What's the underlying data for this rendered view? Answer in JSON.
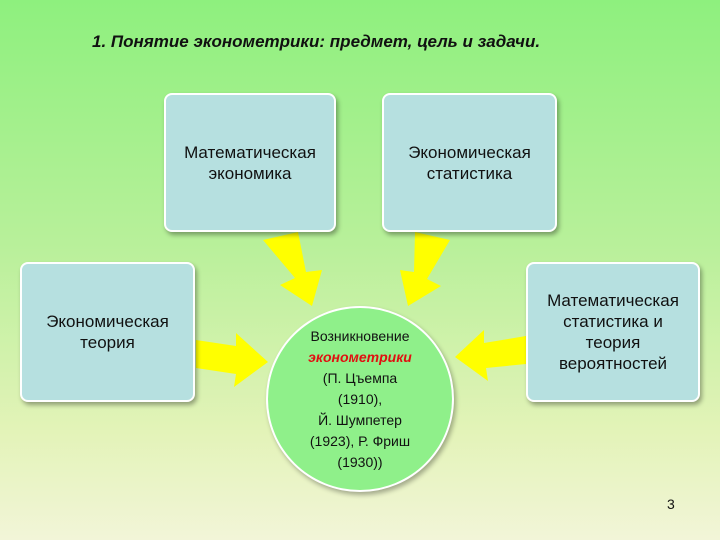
{
  "title": "1. Понятие эконометрики: предмет, цель и задачи.",
  "boxes": {
    "math_econ": [
      "Математическая",
      "экономика"
    ],
    "econ_stat": [
      "Экономическая",
      "статистика"
    ],
    "econ_theory": [
      "Экономическая",
      "теория"
    ],
    "math_stat": [
      "Математическая",
      "статистика и",
      "теория",
      "вероятностей"
    ]
  },
  "center": {
    "line1": "Возникновение",
    "highlight": "эконометрики",
    "line3": "(П. Цъемпа",
    "line4": "(1910),",
    "line5": "Й. Шумпетер",
    "line6": "(1923), Р. Фриш",
    "line7": "(1930))"
  },
  "page_number": "3",
  "colors": {
    "arrow_fill": "#ffff00",
    "box_fill": "#b6e0e0",
    "center_fill": "#8ff08a",
    "highlight": "#e01010"
  }
}
